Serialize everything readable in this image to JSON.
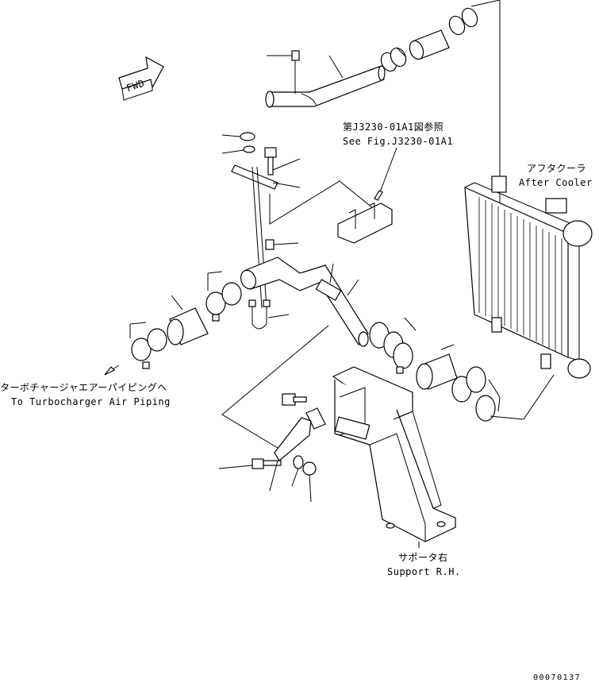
{
  "labels": {
    "ref_ja": "第J3230-01A1図参照",
    "ref_en": "See Fig.J3230-01A1",
    "aftercooler_ja": "アフタクーラ",
    "aftercooler_en": "After Cooler",
    "turbo_ja": "ターボチャージャエアーパイピングへ",
    "turbo_en": "To Turbocharger Air Piping",
    "support_ja": "サポータ右",
    "support_en": "Support R.H.",
    "fwd": "FWD",
    "drawing_number": "00070137"
  }
}
